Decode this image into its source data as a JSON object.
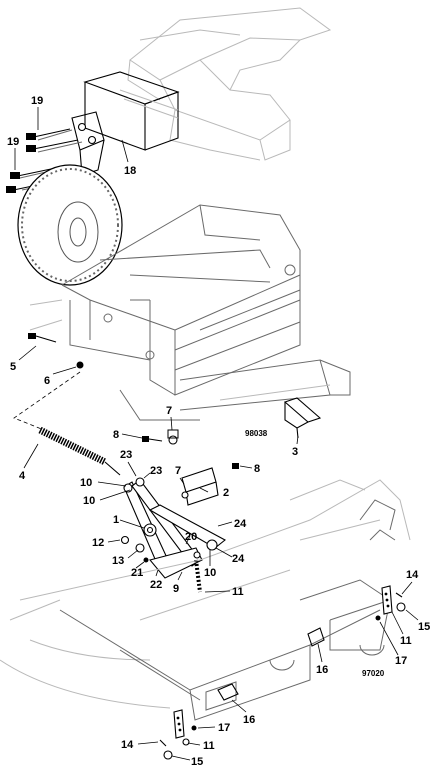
{
  "figure_codes": {
    "upper": "98038",
    "lower": "97020"
  },
  "callouts": {
    "c19a": "19",
    "c19b": "19",
    "c18": "18",
    "c5": "5",
    "c6": "6",
    "c7a": "7",
    "c8a": "8",
    "c3": "3",
    "c4": "4",
    "c23a": "23",
    "c23b": "23",
    "c7b": "7",
    "c8b": "8",
    "c10a": "10",
    "c10b": "10",
    "c2": "2",
    "c1": "1",
    "c24a": "24",
    "c12": "12",
    "c20": "20",
    "c13": "13",
    "c10c": "10",
    "c24b": "24",
    "c21": "21",
    "c22": "22",
    "c9": "9",
    "c11a": "11",
    "c14a": "14",
    "c15a": "15",
    "c11b": "11",
    "c17a": "17",
    "c16a": "16",
    "c16b": "16",
    "c17b": "17",
    "c14b": "14",
    "c11c": "11",
    "c15b": "15"
  }
}
